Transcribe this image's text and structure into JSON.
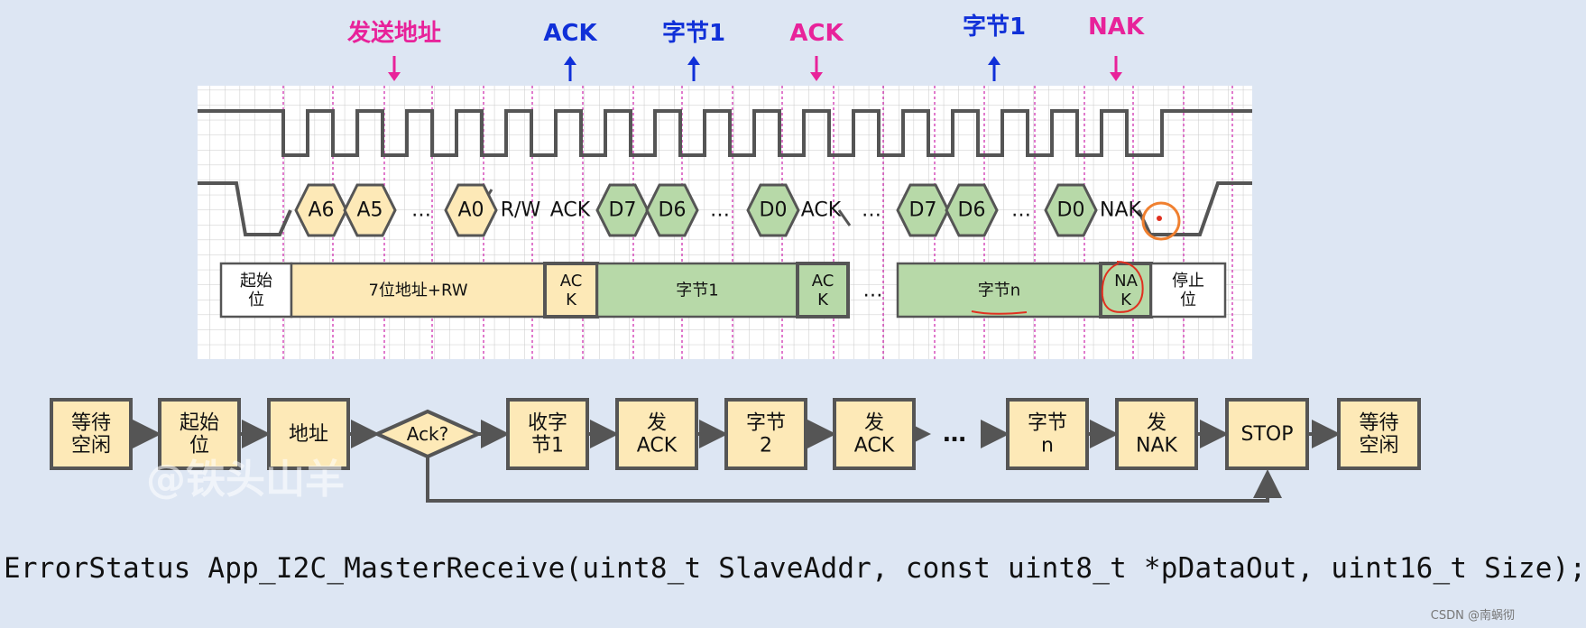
{
  "timing": {
    "labels": [
      {
        "text": "发送地址",
        "color": "#e8229a",
        "dir": "down"
      },
      {
        "text": "ACK",
        "color": "#1030d8",
        "dir": "up"
      },
      {
        "text": "字节1",
        "color": "#1030d8",
        "dir": "up"
      },
      {
        "text": "ACK",
        "color": "#e8229a",
        "dir": "down"
      },
      {
        "text": "字节1",
        "color": "#1030d8",
        "dir": "up"
      },
      {
        "text": "NAK",
        "color": "#e8229a",
        "dir": "down"
      }
    ],
    "data_cells": [
      {
        "text": "A6",
        "color": "#fde9b7"
      },
      {
        "text": "A5",
        "color": "#fde9b7"
      },
      {
        "text": "A0",
        "color": "#fde9b7"
      },
      {
        "text": "D7",
        "color": "#b7d9a8"
      },
      {
        "text": "D6",
        "color": "#b7d9a8"
      },
      {
        "text": "D0",
        "color": "#b7d9a8"
      },
      {
        "text": "D7",
        "color": "#b7d9a8"
      },
      {
        "text": "D6",
        "color": "#b7d9a8"
      },
      {
        "text": "D0",
        "color": "#b7d9a8"
      }
    ],
    "sda_text": [
      "R/W",
      "ACK",
      "ACK",
      "NAK"
    ],
    "ellipsis": "…",
    "frame": [
      {
        "text": "起始\n位",
        "color": "#ffffff"
      },
      {
        "text": "7位地址+RW",
        "color": "#fde9b7"
      },
      {
        "text": "AC\nK",
        "color": "#fde9b7"
      },
      {
        "text": "字节1",
        "color": "#b7d9a8"
      },
      {
        "text": "AC\nK",
        "color": "#b7d9a8"
      },
      {
        "text": "…",
        "color": "none"
      },
      {
        "text": "字节n",
        "color": "#b7d9a8"
      },
      {
        "text": "NA\nK",
        "color": "#b7d9a8"
      },
      {
        "text": "停止\n位",
        "color": "#ffffff"
      }
    ]
  },
  "flow": {
    "nodes": [
      "等待\n空闲",
      "起始\n位",
      "地址",
      "Ack?",
      "收字\n节1",
      "发\nACK",
      "字节\n2",
      "发\nACK",
      "…",
      "字节\nn",
      "发\nNAK",
      "STOP",
      "等待\n空闲"
    ],
    "box_color": "#fde9b7",
    "border_color": "#555555"
  },
  "code_line": "ErrorStatus App_I2C_MasterReceive(uint8_t SlaveAddr, const uint8_t *pDataOut, uint16_t Size);",
  "watermark": "@铁头山羊",
  "credit": "CSDN @南蜗彻",
  "colors": {
    "pink": "#e8229a",
    "blue": "#1030d8",
    "annotation_red": "#e03020",
    "annotation_orange": "#f08030"
  }
}
